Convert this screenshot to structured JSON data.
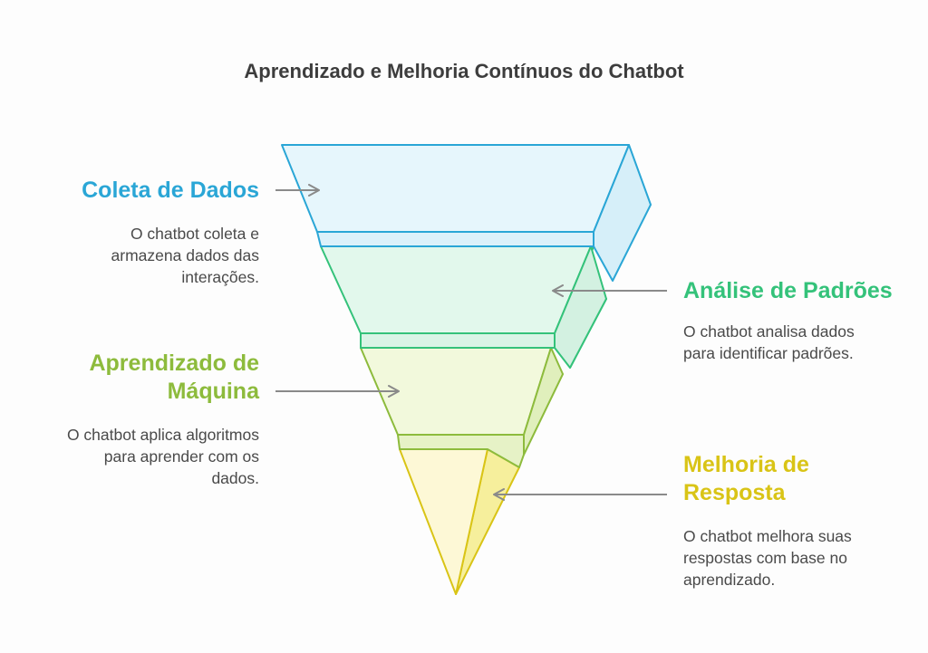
{
  "title": "Aprendizado e Melhoria Contínuos do Chatbot",
  "colors": {
    "coleta": "#2aa6d6",
    "analise": "#34c27a",
    "aprendizado": "#8dbb3c",
    "melhoria": "#d9c416",
    "arrow": "#8a8a8a"
  },
  "stages": [
    {
      "heading": "Coleta de Dados",
      "description": "O chatbot coleta e\narmazena dados das\ninterações."
    },
    {
      "heading": "Análise de Padrões",
      "description": "O chatbot analisa dados\npara identificar padrões."
    },
    {
      "heading": "Aprendizado de\nMáquina",
      "description": "O chatbot aplica algoritmos\npara aprender com os\ndados."
    },
    {
      "heading": "Melhoria de\nResposta",
      "description": "O chatbot melhora suas\nrespostas com base no\naprendizado."
    }
  ]
}
